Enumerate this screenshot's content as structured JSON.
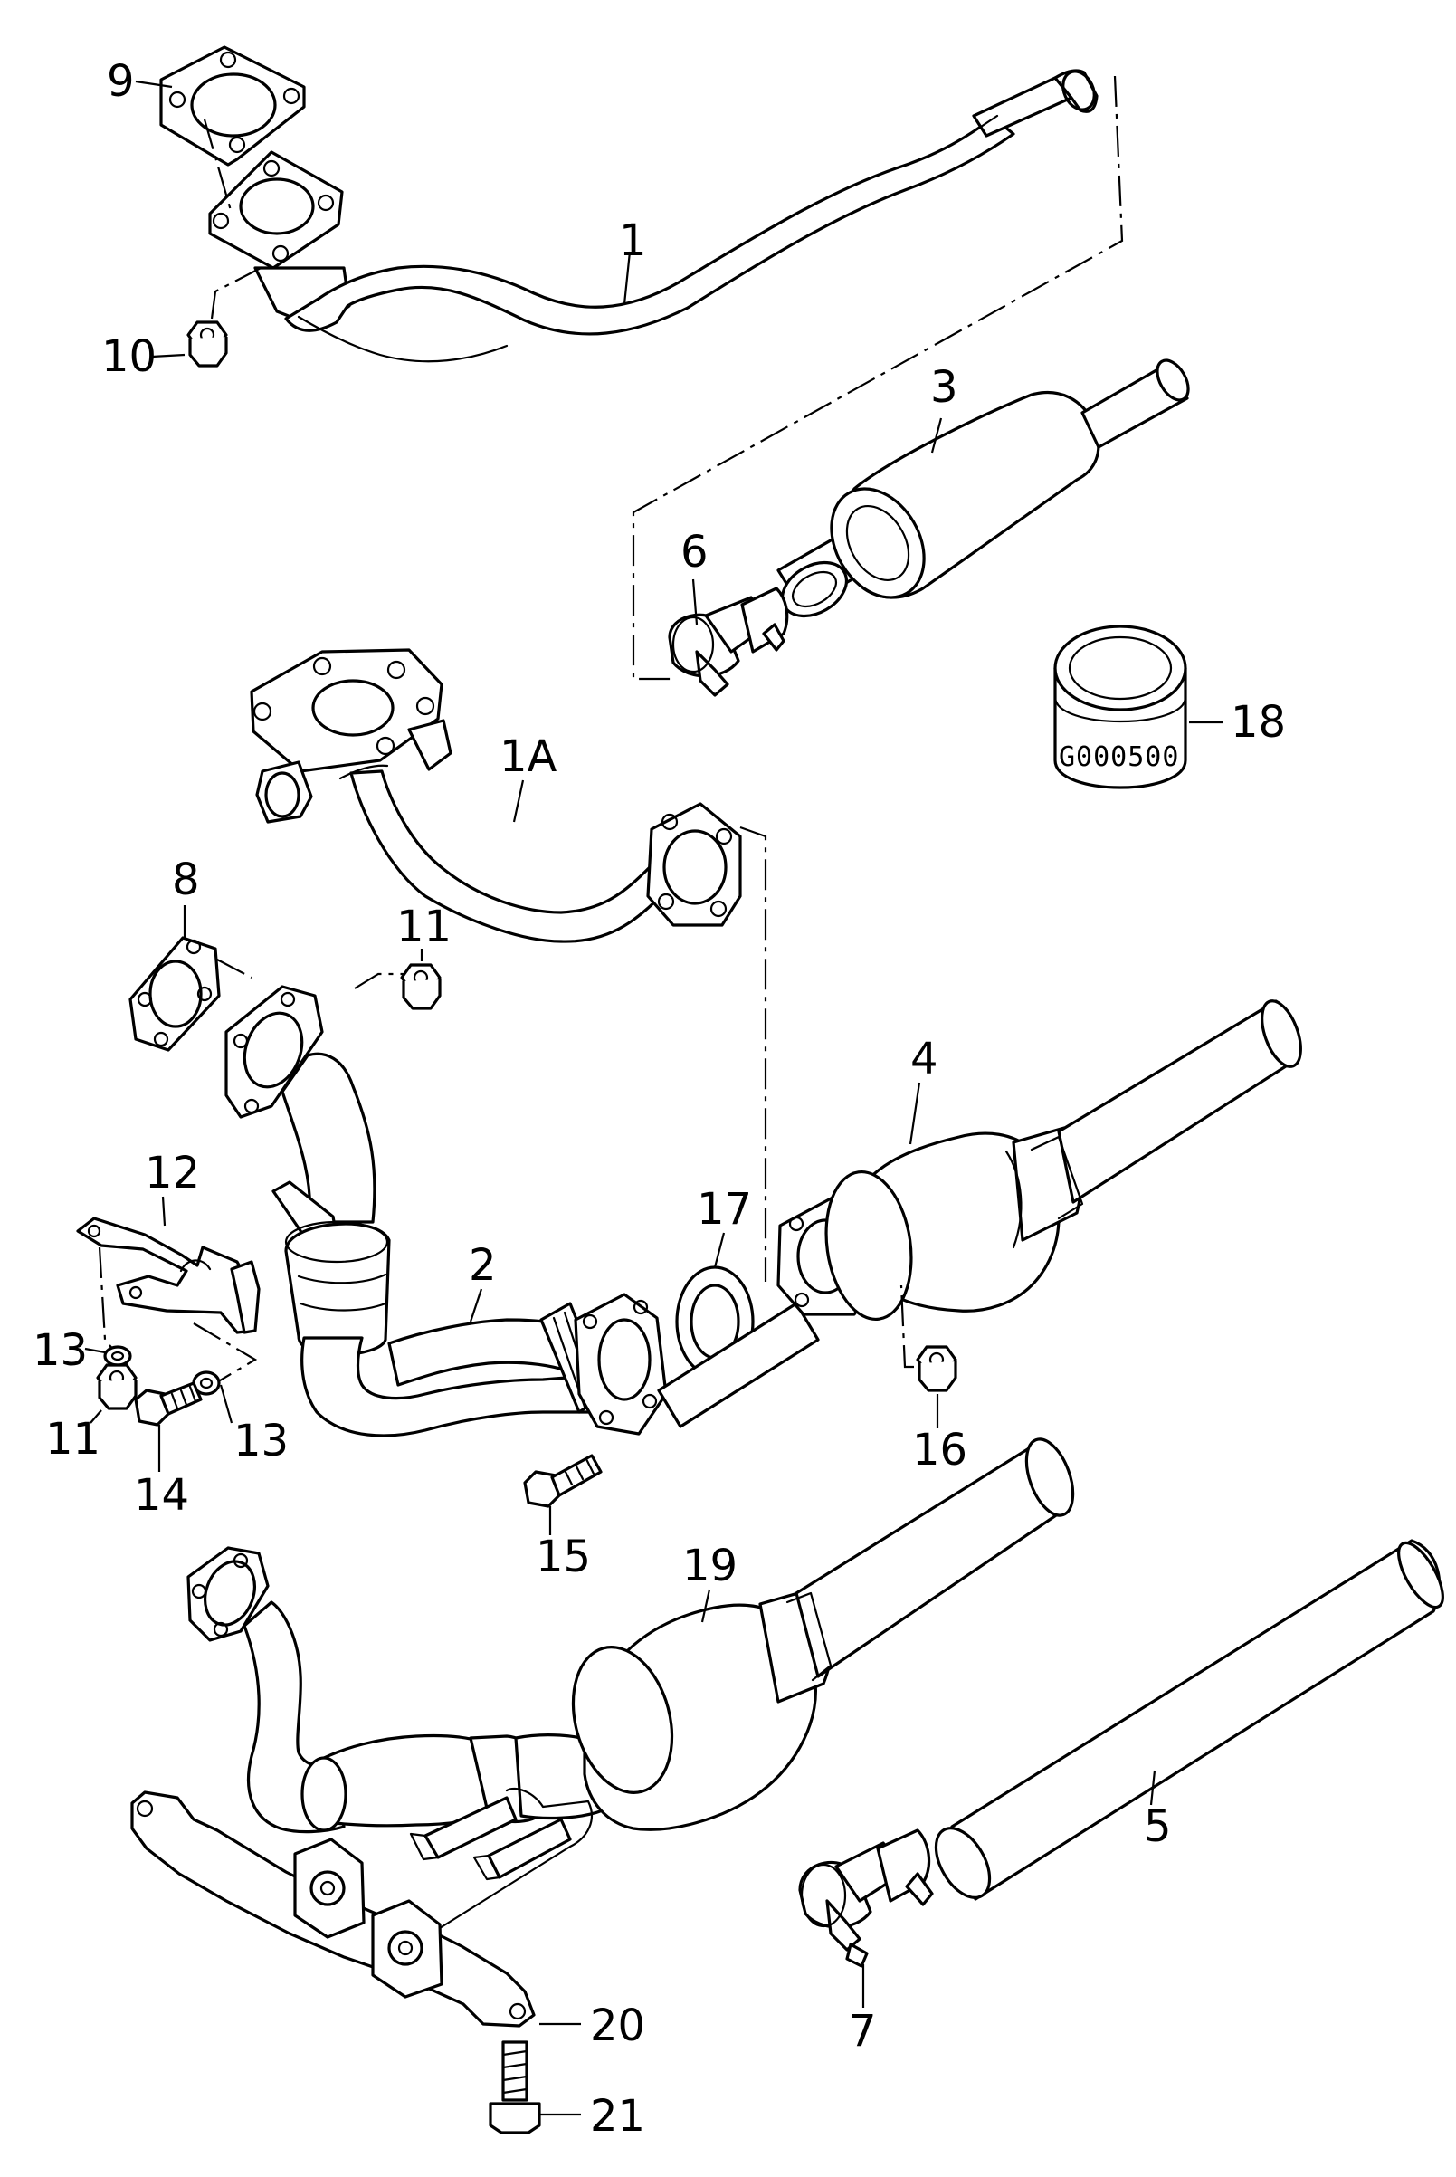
{
  "labels": {
    "p1": "1",
    "p1a": "1A",
    "p2": "2",
    "p3": "3",
    "p4": "4",
    "p5": "5",
    "p6": "6",
    "p7": "7",
    "p8": "8",
    "p9": "9",
    "p10": "10",
    "p11a": "11",
    "p11b": "11",
    "p12": "12",
    "p13a": "13",
    "p13b": "13",
    "p14": "14",
    "p15": "15",
    "p16": "16",
    "p17": "17",
    "p18": "18",
    "p19": "19",
    "p20": "20",
    "p21": "21"
  },
  "stamp": "G000500",
  "colors": {
    "ink": "#000000",
    "paper": "#ffffff"
  }
}
